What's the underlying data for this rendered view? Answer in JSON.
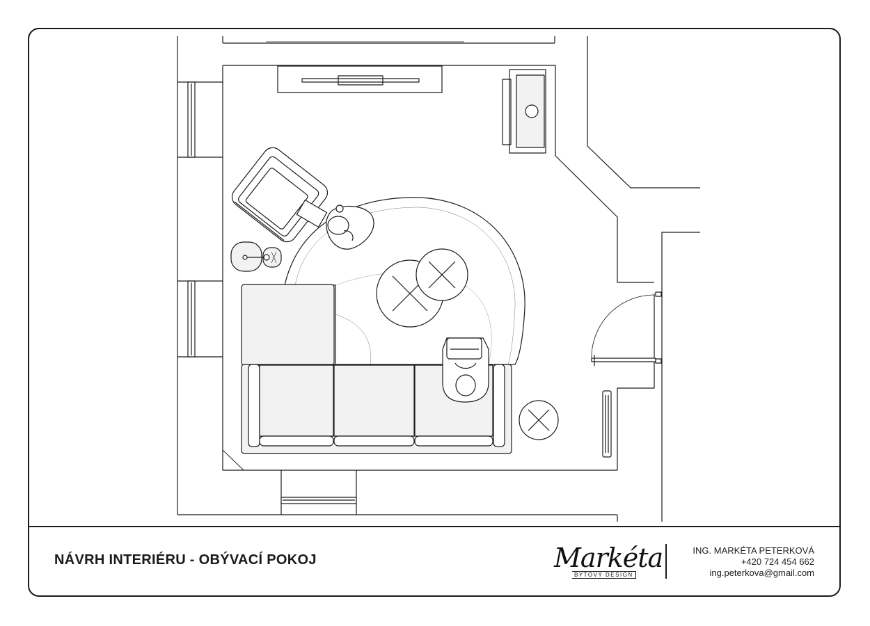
{
  "document": {
    "title": "NÁVRH INTERIÉRU - OBÝVACÍ POKOJ"
  },
  "logo": {
    "script_text": "Markéta",
    "subtitle": "BYTOVÝ DESIGN"
  },
  "contact": {
    "name": "ING. MARKÉTA PETERKOVÁ",
    "phone": "+420 724 454 662",
    "email": "ing.peterkova@gmail.com"
  },
  "colors": {
    "line": "#1a1a1a",
    "fill_light": "#f2f2f2",
    "rug": "#ffffff"
  }
}
